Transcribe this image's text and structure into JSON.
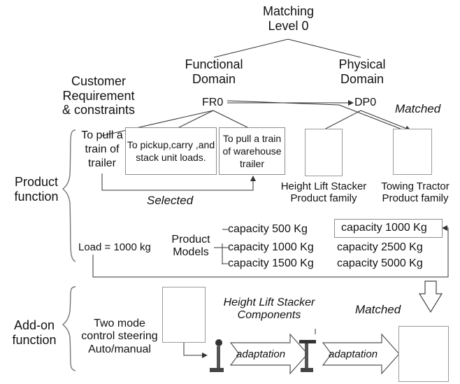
{
  "level_title": [
    "Matching",
    "Level 0"
  ],
  "functional_domain": [
    "Functional",
    "Domain"
  ],
  "physical_domain": [
    "Physical",
    "Domain"
  ],
  "customer_requirement": [
    "Customer",
    "Requirement",
    "& constraints"
  ],
  "fr0": "FR0",
  "dp0": "DP0",
  "matched_top": "Matched",
  "matched_bottom": "Matched",
  "fr_items": [
    "To pull a train of trailer",
    "To pickup,carry ,and stack unit loads.",
    "To pull a train of warehouse trailer"
  ],
  "selected": "Selected",
  "product_families": [
    {
      "name": "Height Lift Stacker",
      "sub": "Product family"
    },
    {
      "name": "Towing Tractor",
      "sub": "Product family"
    }
  ],
  "product_function": [
    "Product",
    "function"
  ],
  "load": "Load = 1000 kg",
  "product_models": [
    "Product",
    "Models"
  ],
  "capacities_left": [
    "capacity 500 Kg",
    "capacity 1000 Kg",
    "capacity 1500 Kg"
  ],
  "capacities_right": [
    "capacity 1000 Kg",
    "capacity 2500 Kg",
    "capacity 5000 Kg"
  ],
  "addon_function": [
    "Add-on",
    "function"
  ],
  "two_mode": [
    "Two mode",
    "control steering",
    "Auto/manual"
  ],
  "components_title": [
    "Height Lift Stacker",
    "Components"
  ],
  "adaptation": [
    "adaptation",
    "adaptation"
  ],
  "colors": {
    "line": "#333333",
    "box_border": "#8c8c8c"
  }
}
